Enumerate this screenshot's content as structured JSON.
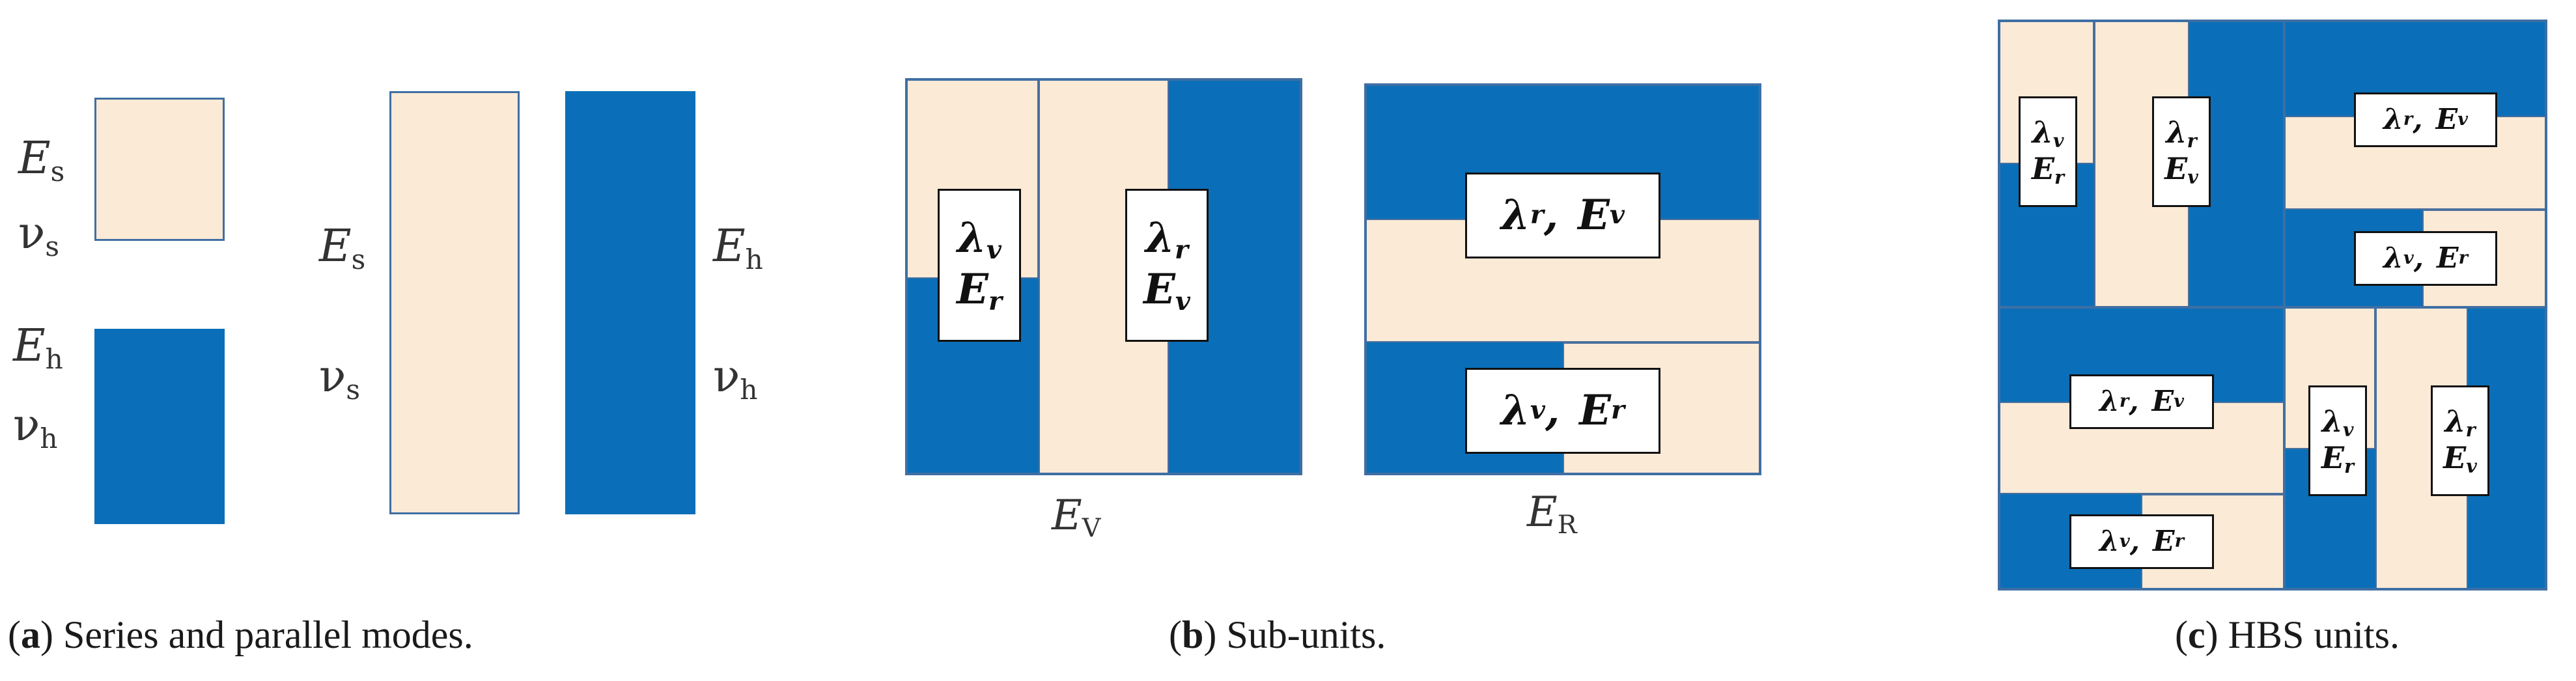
{
  "panel_a": {
    "series_soft": {
      "E": "E",
      "E_sub": "s",
      "nu": "ν",
      "nu_sub": "s"
    },
    "series_hard": {
      "E": "E",
      "E_sub": "h",
      "nu": "ν",
      "nu_sub": "h"
    },
    "parallel_soft": {
      "E": "E",
      "E_sub": "s",
      "nu": "ν",
      "nu_sub": "s"
    },
    "parallel_hard": {
      "E": "E",
      "E_sub": "h",
      "nu": "ν",
      "nu_sub": "h"
    },
    "caption": {
      "open": "(",
      "letter": "a",
      "text": ") Series and parallel modes."
    }
  },
  "panel_b": {
    "ev_unit": {
      "label_left": {
        "line1": "λ",
        "line1_sub": "v",
        "line2": "E",
        "line2_sub": "r"
      },
      "label_right": {
        "line1": "λ",
        "line1_sub": "r",
        "line2": "E",
        "line2_sub": "v"
      },
      "axis_label": {
        "E": "E",
        "sub": "V"
      }
    },
    "er_unit": {
      "label_top": {
        "a": "λ",
        "a_sub": "r",
        "sep": ",",
        "b": "E",
        "b_sub": "v"
      },
      "label_bottom": {
        "a": "λ",
        "a_sub": "v",
        "sep": ",",
        "b": "E",
        "b_sub": "r"
      },
      "axis_label": {
        "E": "E",
        "sub": "R"
      }
    },
    "caption": {
      "open": "(",
      "letter": "b",
      "text": ") Sub-units."
    }
  },
  "panel_c": {
    "q1_left": {
      "line1": "λ",
      "line1_sub": "v",
      "line2": "E",
      "line2_sub": "r"
    },
    "q1_right": {
      "line1": "λ",
      "line1_sub": "r",
      "line2": "E",
      "line2_sub": "v"
    },
    "q2_top": {
      "a": "λ",
      "a_sub": "r",
      "sep": ",",
      "b": "E",
      "b_sub": "v"
    },
    "q2_bottom": {
      "a": "λ",
      "a_sub": "v",
      "sep": ",",
      "b": "E",
      "b_sub": "r"
    },
    "q3_top": {
      "a": "λ",
      "a_sub": "r",
      "sep": ",",
      "b": "E",
      "b_sub": "v"
    },
    "q3_bottom": {
      "a": "λ",
      "a_sub": "v",
      "sep": ",",
      "b": "E",
      "b_sub": "r"
    },
    "q4_left": {
      "line1": "λ",
      "line1_sub": "v",
      "line2": "E",
      "line2_sub": "r"
    },
    "q4_right": {
      "line1": "λ",
      "line1_sub": "r",
      "line2": "E",
      "line2_sub": "v"
    },
    "caption": {
      "open": "(",
      "letter": "c",
      "text": ") HBS units."
    }
  },
  "colors": {
    "soft": "#fbead6",
    "hard": "#0a6fb8",
    "edge": "#3f6fa4"
  }
}
